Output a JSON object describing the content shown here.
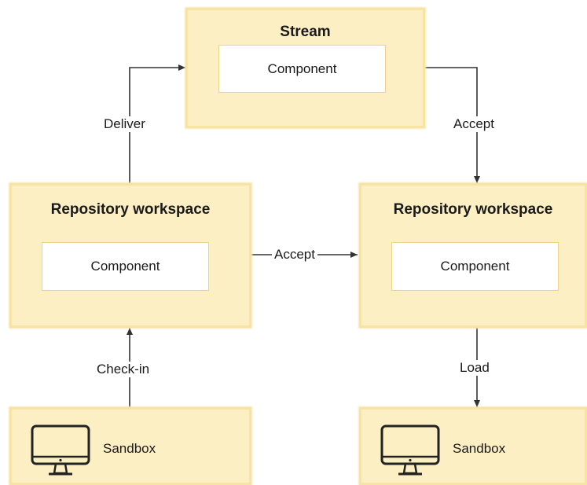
{
  "stream": {
    "title": "Stream",
    "component": "Component"
  },
  "workspace_left": {
    "title": "Repository workspace",
    "component": "Component"
  },
  "workspace_right": {
    "title": "Repository workspace",
    "component": "Component"
  },
  "sandbox_left": {
    "label": "Sandbox",
    "icon": "monitor-icon"
  },
  "sandbox_right": {
    "label": "Sandbox",
    "icon": "monitor-icon"
  },
  "edges": {
    "deliver": "Deliver",
    "accept_stream": "Accept",
    "accept_workspace": "Accept",
    "check_in": "Check-in",
    "load": "Load"
  },
  "colors": {
    "node_fill": "#fcefc4",
    "node_border": "#f7e3a4",
    "inner_border": "#f0d48a",
    "edge": "#333333"
  }
}
